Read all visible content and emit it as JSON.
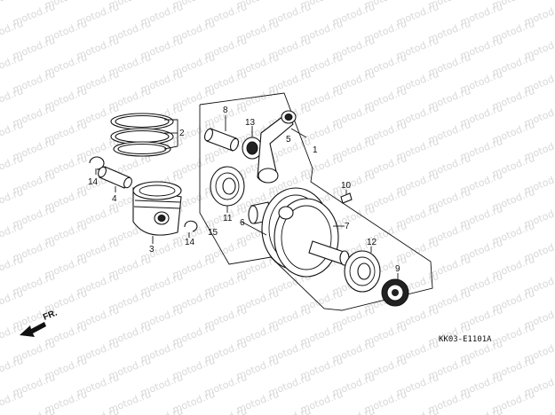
{
  "watermark": "motod.ru",
  "diagram_code": "KK03-E1101A",
  "direction_label": "FR.",
  "callouts": [
    "1",
    "2",
    "3",
    "4",
    "5",
    "6",
    "7",
    "8",
    "9",
    "10",
    "11",
    "12",
    "13",
    "14",
    "14",
    "15"
  ]
}
